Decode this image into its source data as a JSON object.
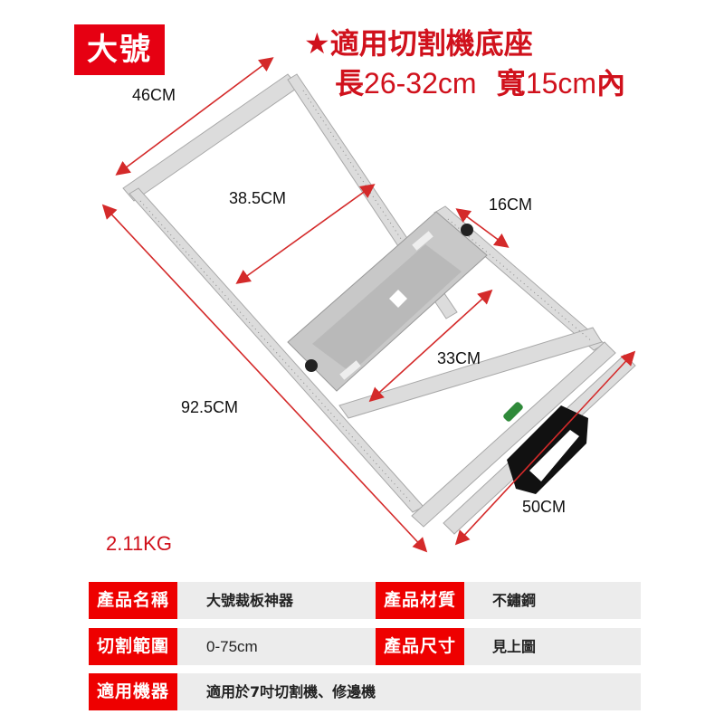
{
  "badge": {
    "label": "大號"
  },
  "headline": {
    "line1_star": "★",
    "line1_text": "適用切割機底座",
    "line2_length_label": "長",
    "line2_length_value": "26-32cm",
    "line2_width_label": "寬",
    "line2_width_value": "15cm",
    "line2_suffix": "內"
  },
  "dimensions": {
    "top_bar": "46CM",
    "inner_width": "38.5CM",
    "base_plate": "16CM",
    "base_length": "33CM",
    "total_length": "92.5CM",
    "guide_bar": "50CM"
  },
  "weight": "2.11KG",
  "specs": [
    {
      "label": "產品名稱",
      "value": "大號裁板神器",
      "label2": "產品材質",
      "value2": "不鏽鋼"
    },
    {
      "label": "切割範圍",
      "value": "0-75cm",
      "label2": "產品尺寸",
      "value2": "見上圖"
    },
    {
      "label": "適用機器",
      "value": "適用於7吋切割機、修邊機"
    }
  ],
  "colors": {
    "accent_red": "#e60012",
    "headline_red": "#d0111c",
    "arrow_red": "#d42a2a",
    "row_bg": "#ececec"
  }
}
